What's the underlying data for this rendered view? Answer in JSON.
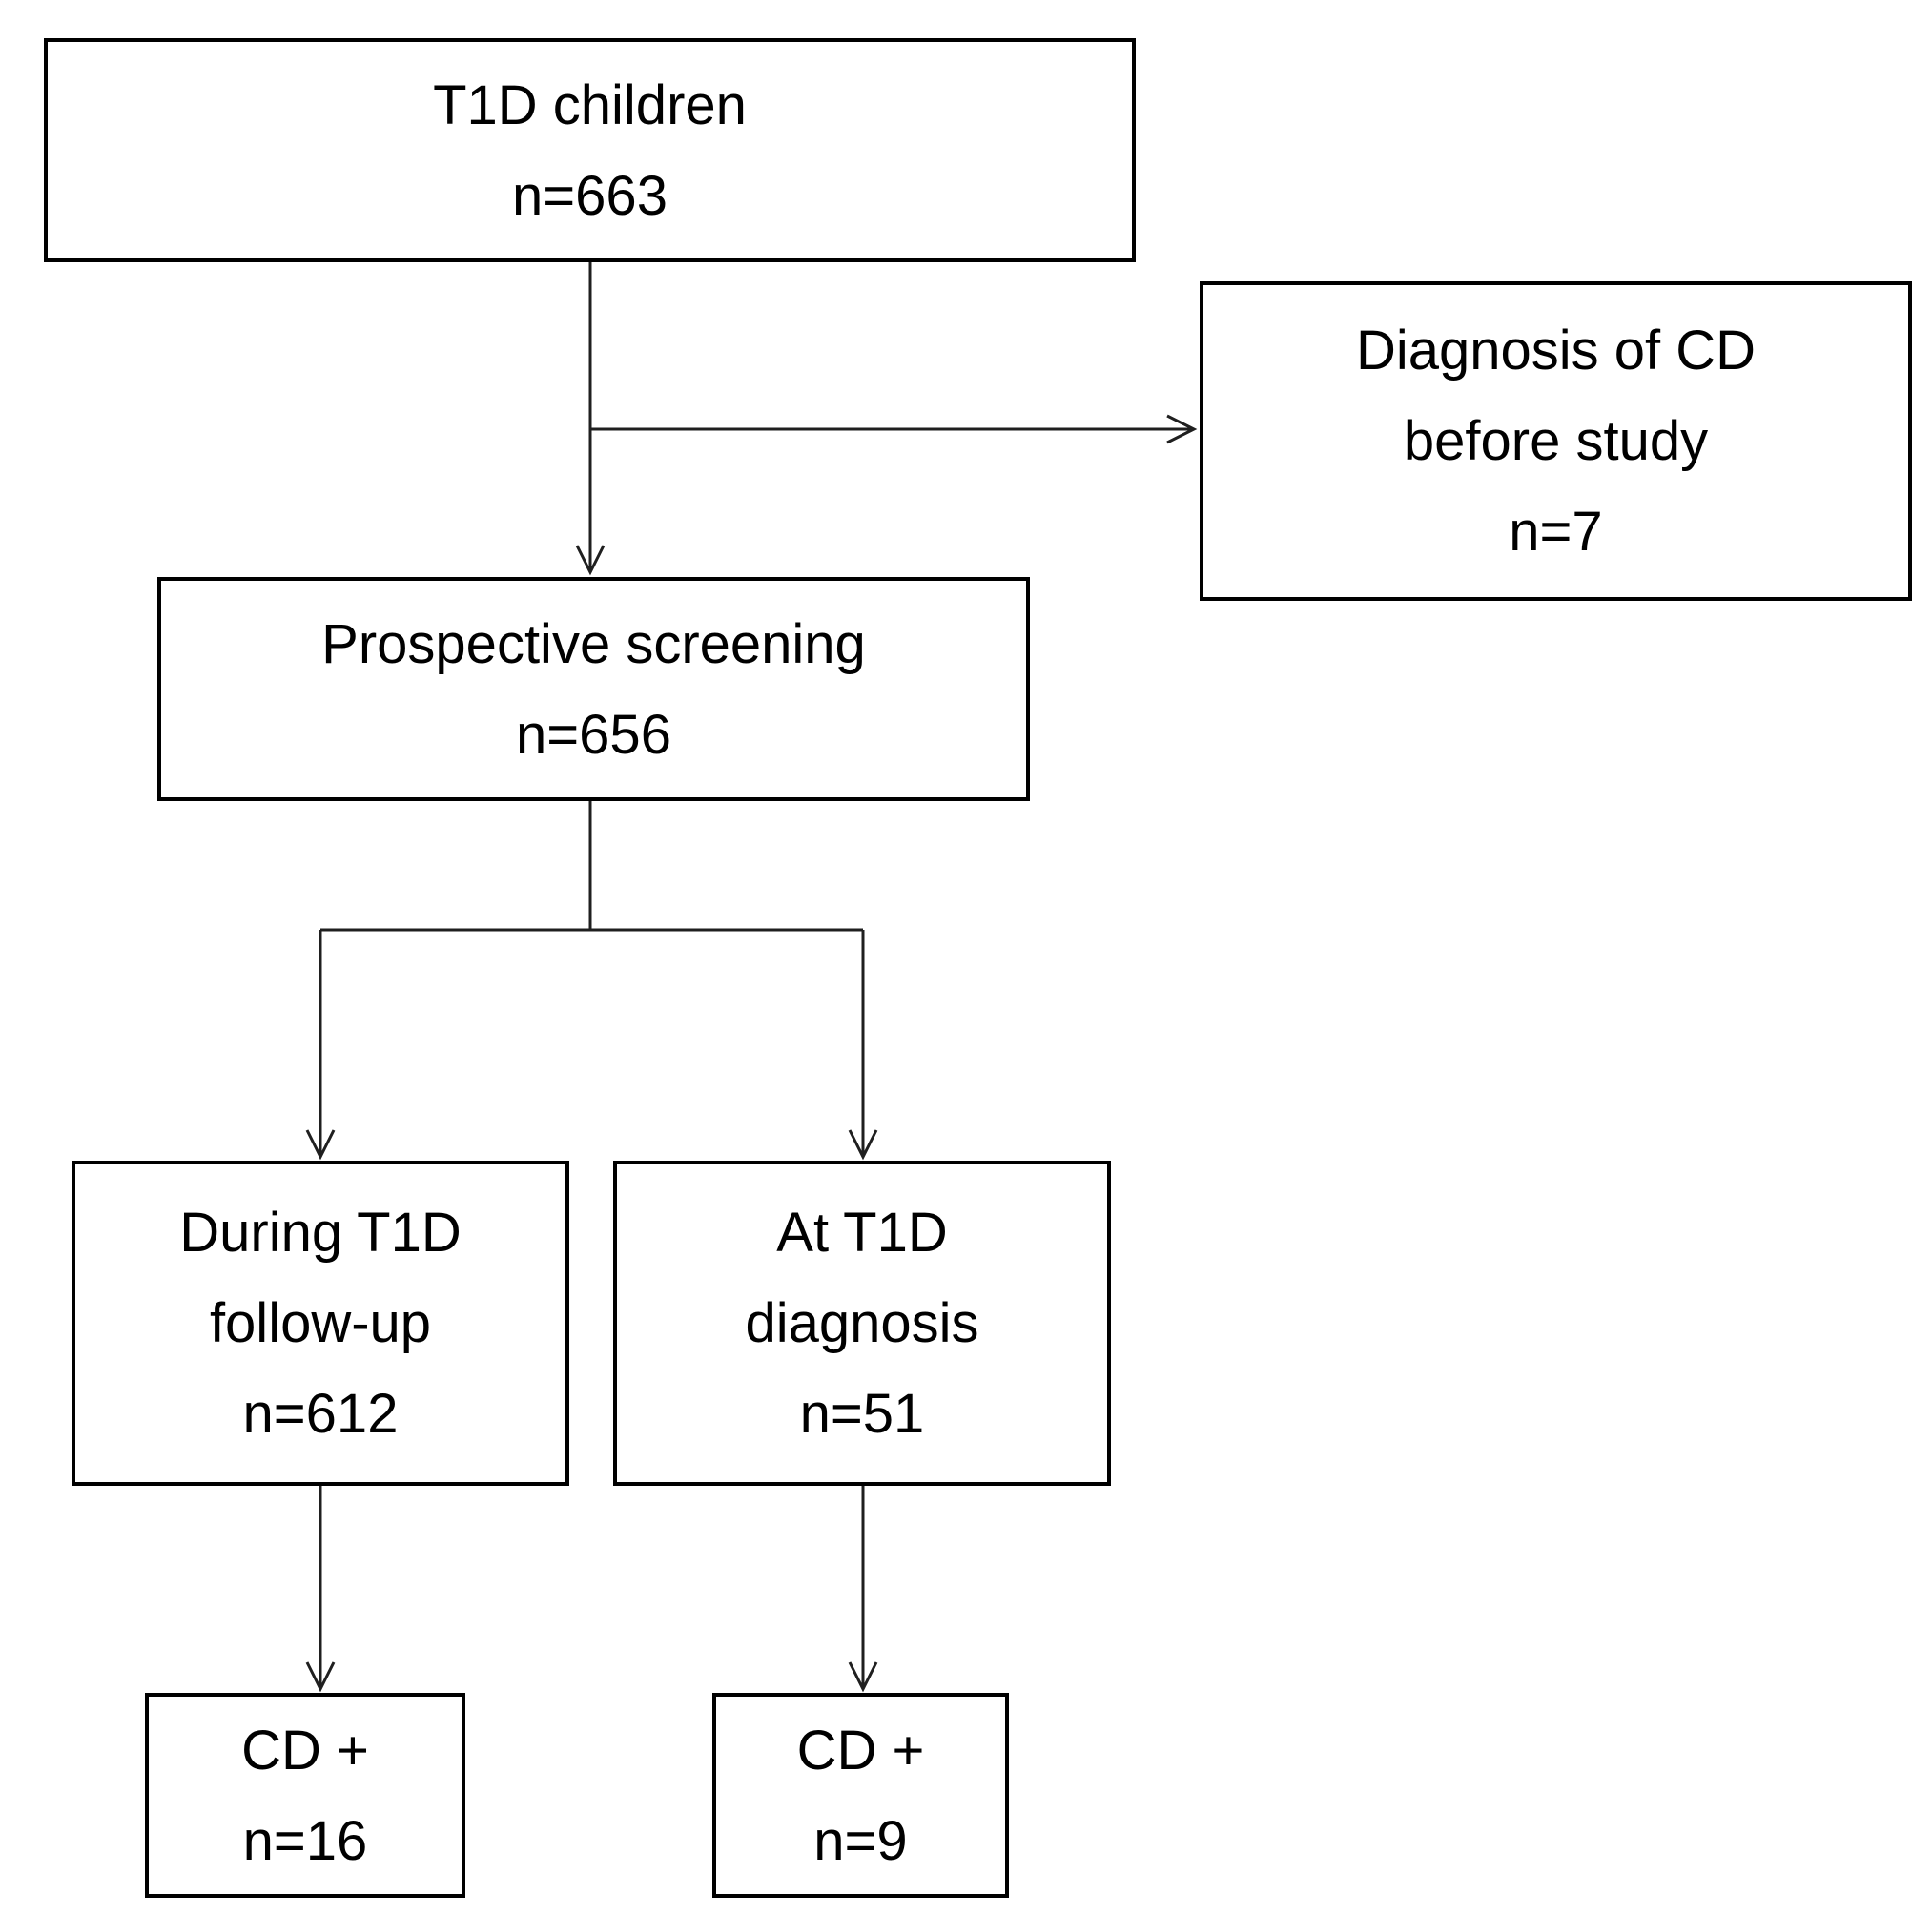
{
  "diagram": {
    "type": "flowchart",
    "nodes": [
      {
        "id": "t1d-children",
        "lines": [
          "T1D children",
          "n=663"
        ]
      },
      {
        "id": "cd-before-study",
        "lines": [
          "Diagnosis of CD",
          "before study",
          "n=7"
        ]
      },
      {
        "id": "prospective-screening",
        "lines": [
          "Prospective screening",
          "n=656"
        ]
      },
      {
        "id": "during-t1d-follow-up",
        "lines": [
          "During T1D",
          "follow-up",
          "n=612"
        ]
      },
      {
        "id": "at-t1d-diagnosis",
        "lines": [
          "At T1D",
          "diagnosis",
          "n=51"
        ]
      },
      {
        "id": "cd-positive-follow-up",
        "lines": [
          "CD +",
          "n=16"
        ]
      },
      {
        "id": "cd-positive-at-diagnosis",
        "lines": [
          "CD +",
          "n=9"
        ]
      }
    ],
    "edges": [
      {
        "from": "t1d-children",
        "to": "prospective-screening"
      },
      {
        "from": "t1d-children",
        "to": "cd-before-study"
      },
      {
        "from": "prospective-screening",
        "to": "during-t1d-follow-up"
      },
      {
        "from": "prospective-screening",
        "to": "at-t1d-diagnosis"
      },
      {
        "from": "during-t1d-follow-up",
        "to": "cd-positive-follow-up"
      },
      {
        "from": "at-t1d-diagnosis",
        "to": "cd-positive-at-diagnosis"
      }
    ],
    "colors": {
      "background": "#ffffff",
      "box_fill": "#ffffff",
      "box_border": "#000000",
      "text": "#000000",
      "connector": "#1f1f1f"
    }
  }
}
